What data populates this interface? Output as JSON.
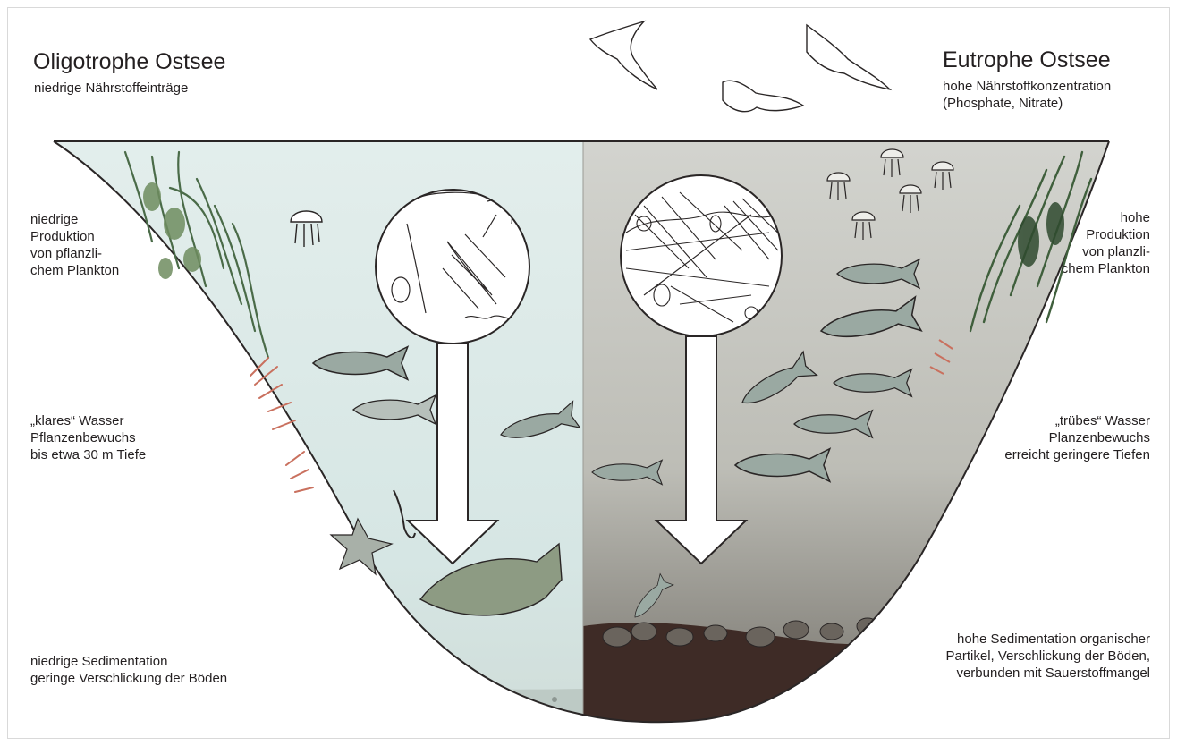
{
  "left": {
    "title": "Oligotrophe Ostsee",
    "subtitle": "niedrige Nährstoffeinträge",
    "production": "niedrige\nProduktion\nvon pflanzli-\nchem Plankton",
    "water": "„klares“ Wasser\nPflanzenbewuchs\nbis etwa 30 m Tiefe",
    "sediment": "niedrige Sedimentation\ngeringe Verschlickung der Böden"
  },
  "right": {
    "title": "Eutrophe Ostsee",
    "subtitle": "hohe Nährstoffkonzentration\n(Phosphate, Nitrate)",
    "production": "hohe\nProduktion\nvon planzli-\nchem Plankton",
    "water": "„trübes“ Wasser\nPlanzenbewuchs\nerreicht geringere Tiefen",
    "sediment": "hohe Sedimentation organischer\nPartikel, Verschlickung der Böden,\nverbunden mit Sauerstoffmangel"
  },
  "colors": {
    "clear_water": "#dbe9e8",
    "turbid_water": "#b9bab3",
    "sediment_dark": "#3e2b26",
    "fish": "#9aa9a2",
    "seaweed": "#4a6b48",
    "red_algae": "#c9705e",
    "outline": "#2a2626"
  }
}
